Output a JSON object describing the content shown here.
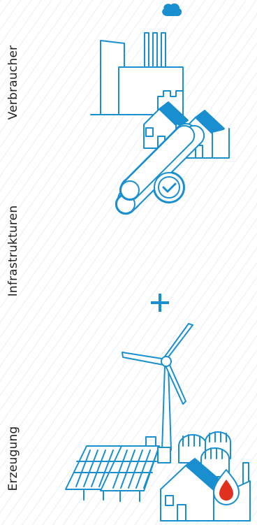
{
  "labels": {
    "consumers": "Verbraucher",
    "infrastructure": "Infrastrukturen",
    "generation": "Erzeugung"
  },
  "colors": {
    "line": "#1a8fd0",
    "fill": "#1a8fd0",
    "flame": "#e0301e",
    "stripe": "#e7eff7",
    "text": "#222222"
  },
  "icons": [
    "power-plant-icon",
    "houses-icon",
    "plus-icon",
    "pipes-check-icon",
    "plus-icon",
    "wind-turbine-icon",
    "solar-panels-icon",
    "biogas-plant-icon",
    "flame-icon"
  ]
}
